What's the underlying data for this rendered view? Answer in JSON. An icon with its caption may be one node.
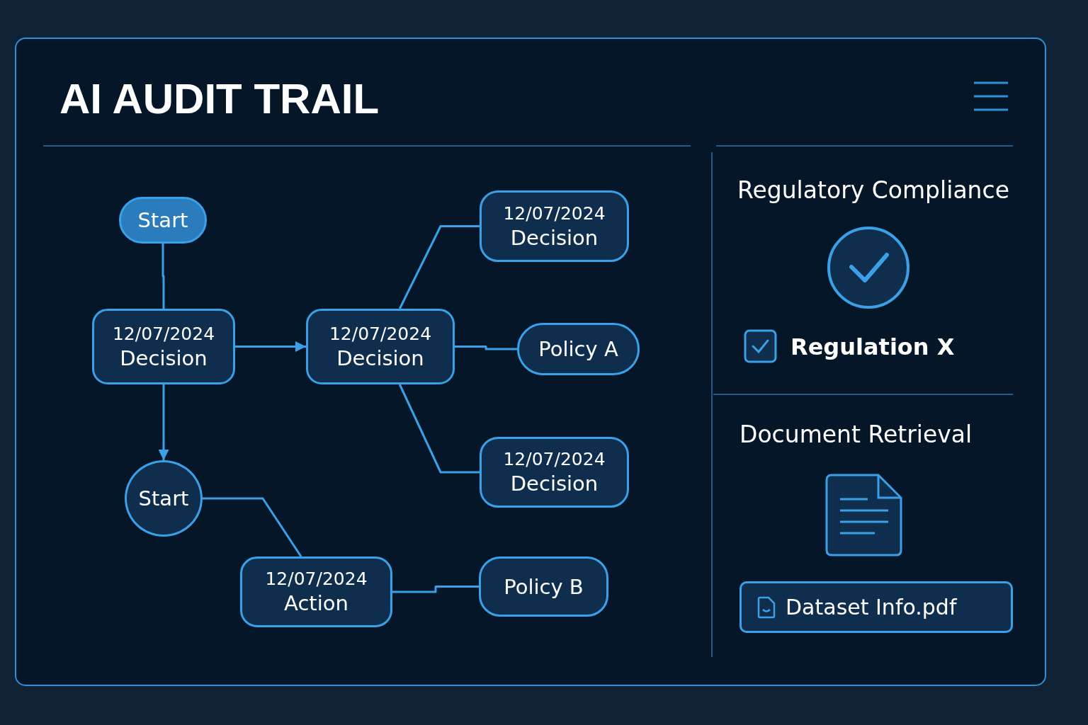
{
  "diagram": {
    "title": "AI AUDIT TRAIL",
    "nodes": [
      {
        "text": [
          "Start"
        ]
      },
      {
        "text": [
          "12/07/2024",
          "Decision"
        ]
      },
      {
        "text": [
          "12/07/2024",
          "Decision"
        ]
      },
      {
        "text": [
          "12/07/2024",
          "Decision"
        ]
      },
      {
        "text": [
          "Policy A"
        ]
      },
      {
        "text": [
          "12/07/2024",
          "Decision"
        ]
      },
      {
        "text": [
          "Start"
        ]
      },
      {
        "text": [
          "12/07/2024",
          "Action"
        ]
      },
      {
        "text": [
          "Policy B"
        ]
      },
      {
        "text": [
          "Dataset Info.pdf"
        ]
      }
    ],
    "edges": [
      {
        "from": 0,
        "to": 1,
        "arrow": "none"
      },
      {
        "from": 1,
        "to": 2,
        "arrow": "to"
      },
      {
        "from": 1,
        "to": 6,
        "arrow": "to"
      },
      {
        "from": 2,
        "to": 3,
        "arrow": "none"
      },
      {
        "from": 2,
        "to": 4,
        "arrow": "none"
      },
      {
        "from": 2,
        "to": 5,
        "arrow": "none"
      },
      {
        "from": 6,
        "to": 7,
        "arrow": "none"
      },
      {
        "from": 7,
        "to": 8,
        "arrow": "none"
      }
    ],
    "labels": [
      "Regulatory Compliance",
      "Regulation X",
      "Document Retrieval"
    ]
  }
}
